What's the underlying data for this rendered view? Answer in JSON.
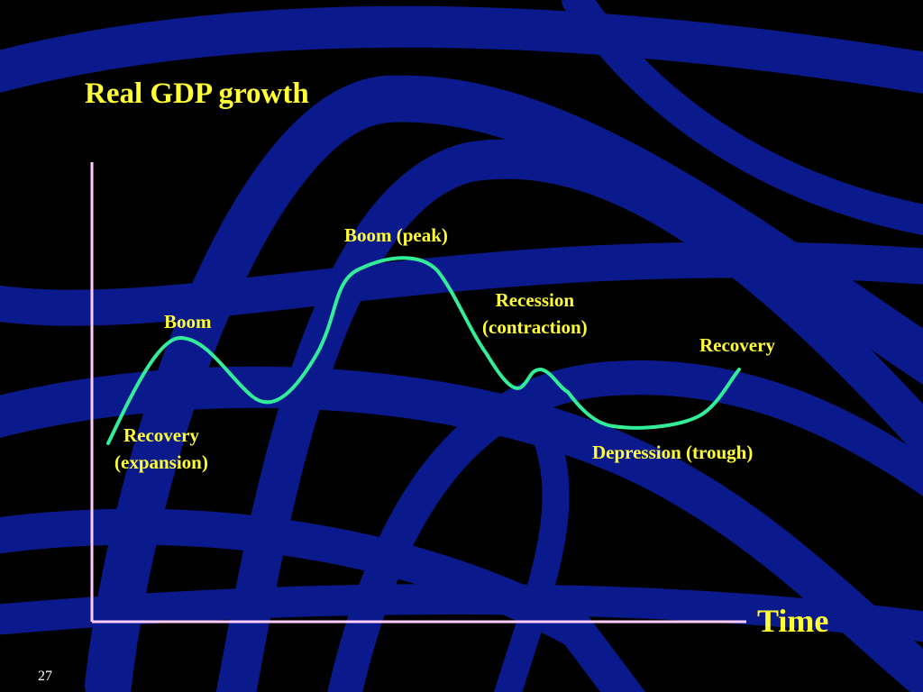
{
  "slide": {
    "title": "Real GDP growth",
    "x_axis_label": "Time",
    "slide_number": "27"
  },
  "labels": {
    "boom_peak": "Boom (peak)",
    "boom": "Boom",
    "recession_line1": "Recession",
    "recession_line2": "(contraction)",
    "recovery_right": "Recovery",
    "recovery_line1": "Recovery",
    "recovery_line2": "(expansion)",
    "depression": "Depression (trough)"
  },
  "colors": {
    "background": "#000000",
    "swirl": "#0a1a8c",
    "curve": "#33ee99",
    "axes": "#ffccff",
    "text": "#ffff33",
    "slide_number": "#ffffff"
  }
}
